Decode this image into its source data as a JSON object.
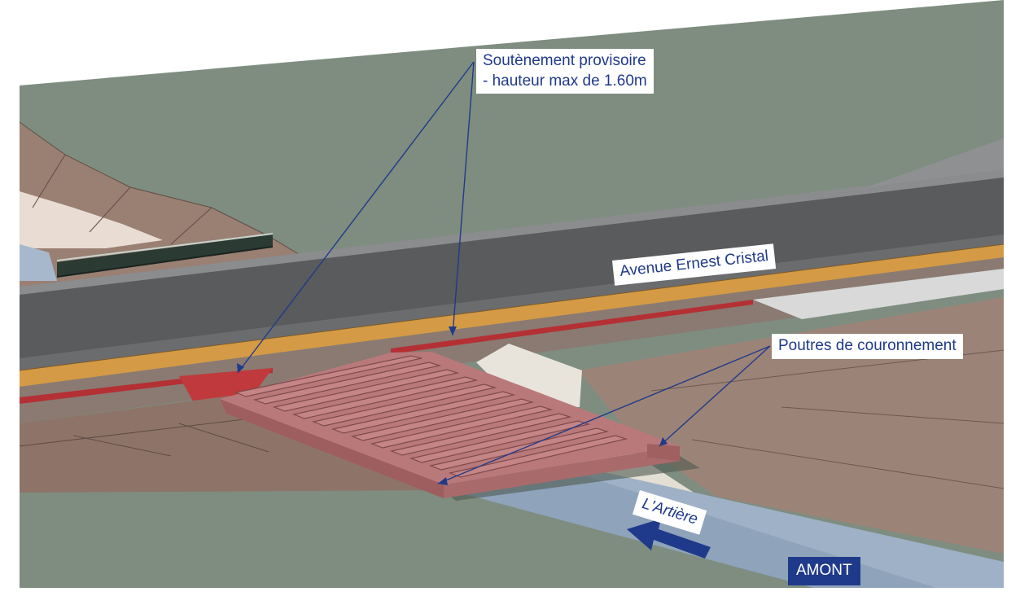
{
  "labels": {
    "retaining": {
      "line1": "Soutènement provisoire",
      "line2": "- hauteur max de 1.60m"
    },
    "avenue": "Avenue Ernest Cristal",
    "beams": "Poutres de couronnement",
    "river": "L'Artière",
    "upstream": "AMONT"
  },
  "colors": {
    "label_text": "#1f3a8a",
    "leader_line": "#1f3a8a",
    "ground": "#7e8d80",
    "road": "#5a5b5d",
    "beam": "#b9797a",
    "water": "#9fb1c6",
    "embankment": "#9c8378",
    "orange_strip": "#d59a45",
    "red_strip": "#b43034"
  },
  "icons": {
    "flow_arrow": "arrow-left-icon",
    "railing": "railing-icon"
  }
}
